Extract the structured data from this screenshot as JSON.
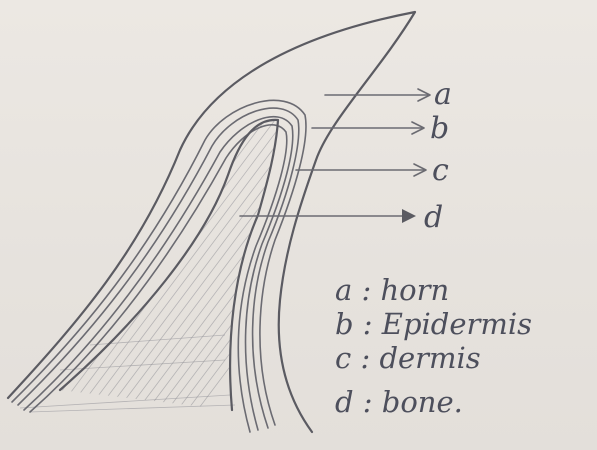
{
  "labels": {
    "a": "a",
    "b": "b",
    "c": "c",
    "d": "d"
  },
  "legend": [
    "a : horn",
    "b : Epidermis",
    "c : dermis",
    "d : bone."
  ],
  "colors": {
    "paper": "#e8e4df",
    "pencil": "#5b5b62",
    "ink": "#4d4f5c"
  }
}
